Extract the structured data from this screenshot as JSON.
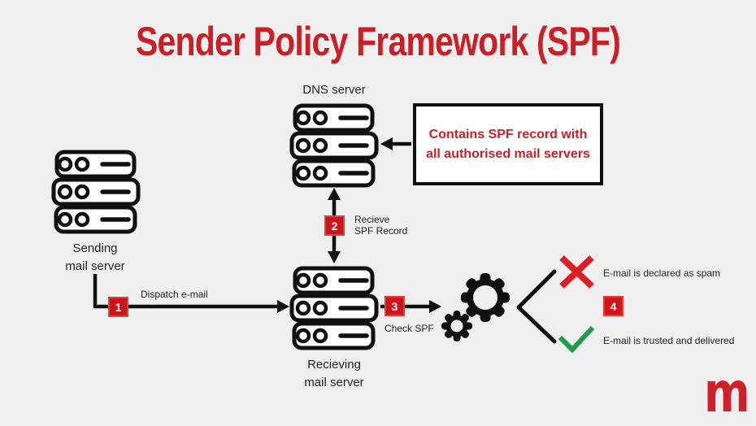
{
  "title": "Sender Policy Framework (SPF)",
  "colors": {
    "background": "#efefef",
    "accent_red": "#c92028",
    "badge_red": "#d01219",
    "cross_red": "#da1f26",
    "check_green": "#1f9b49",
    "line_black": "#101010"
  },
  "nodes": {
    "dns": {
      "label": "DNS server"
    },
    "sending": {
      "line1": "Sending",
      "line2": "mail server"
    },
    "receiving": {
      "line1": "Recieving",
      "line2": "mail server"
    },
    "spf_box": {
      "line1": "Contains SPF record with",
      "line2": "all authorised mail servers"
    }
  },
  "steps": {
    "1": {
      "number": "1",
      "label": "Dispatch e-mail"
    },
    "2": {
      "number": "2",
      "line1": "Recieve",
      "line2": "SPF Record"
    },
    "3": {
      "number": "3",
      "label": "Check SPF"
    },
    "4": {
      "number": "4",
      "spam": "E-mail is declared as spam",
      "trusted": "E-mail is trusted and delivered"
    }
  },
  "logo": {
    "text": "m"
  },
  "icons": {
    "server-icon": "stacked-rack-server-shape",
    "gears-icon": "⚙",
    "cross-icon": "✕",
    "check-icon": "✓",
    "arrow-icon": "→",
    "branch-icon": "‹ fork"
  }
}
